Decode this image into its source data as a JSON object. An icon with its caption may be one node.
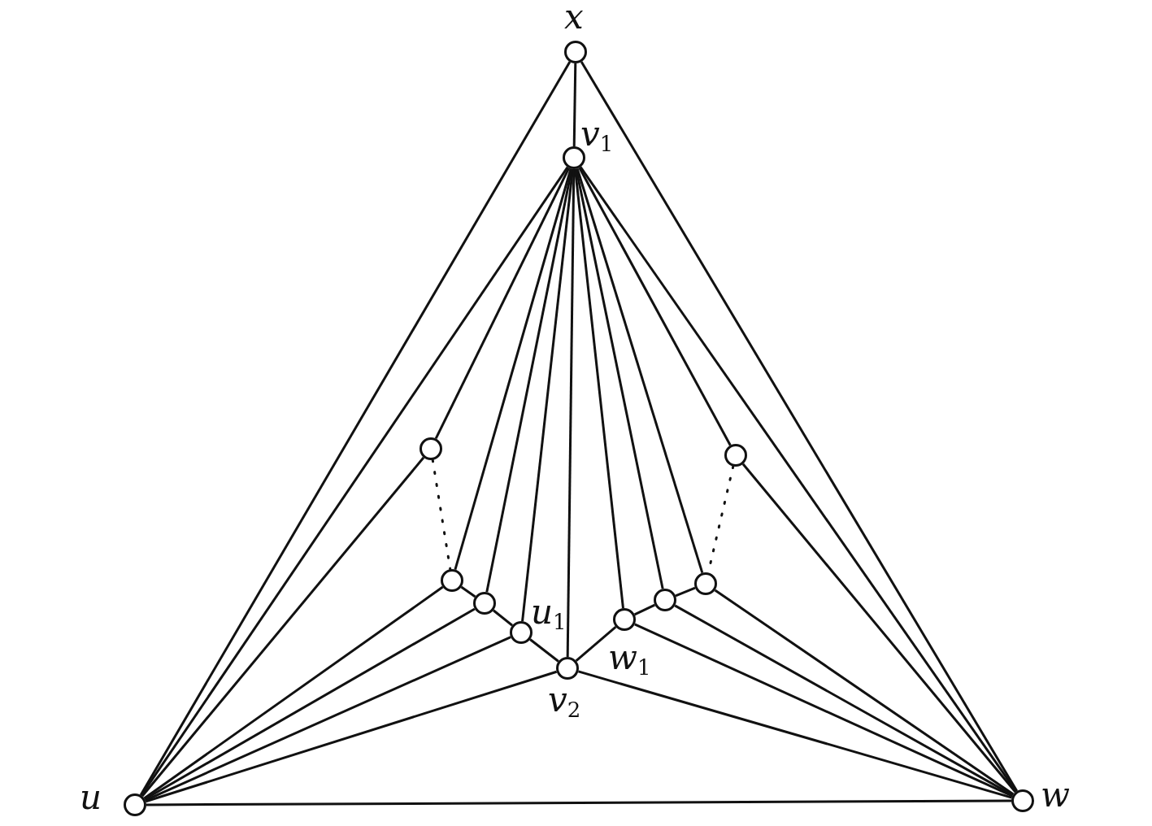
{
  "diagram": {
    "nodes": [
      {
        "text": [],
        "shape": "circle",
        "beside": [
          "x"
        ]
      },
      {
        "text": [],
        "shape": "circle",
        "beside": [
          "v$_{1}$"
        ]
      },
      {
        "text": [],
        "shape": "circle"
      },
      {
        "text": [],
        "shape": "circle"
      },
      {
        "text": [],
        "shape": "circle"
      },
      {
        "text": [],
        "shape": "circle"
      },
      {
        "text": [],
        "shape": "circle"
      },
      {
        "text": [],
        "shape": "circle"
      },
      {
        "text": [],
        "shape": "circle",
        "beside": [
          "w$_{1}$"
        ]
      },
      {
        "text": [],
        "shape": "circle",
        "beside": [
          "u$_{1}$"
        ]
      },
      {
        "text": [],
        "shape": "circle",
        "beside": [
          "v$_{2}$"
        ]
      },
      {
        "text": [],
        "shape": "circle",
        "beside": [
          "w"
        ]
      },
      {
        "text": [],
        "shape": "circle",
        "beside": [
          "u"
        ]
      }
    ],
    "edges": [
      {
        "from": 0,
        "to": 1,
        "arrow": "none"
      },
      {
        "from": 0,
        "to": 12,
        "arrow": "none"
      },
      {
        "from": 0,
        "to": 11,
        "arrow": "none"
      },
      {
        "from": 12,
        "to": 11,
        "arrow": "none"
      },
      {
        "from": 1,
        "to": 12,
        "arrow": "none"
      },
      {
        "from": 1,
        "to": 11,
        "arrow": "none"
      },
      {
        "from": 1,
        "to": 2,
        "arrow": "none"
      },
      {
        "from": 1,
        "to": 4,
        "arrow": "none"
      },
      {
        "from": 1,
        "to": 7,
        "arrow": "none"
      },
      {
        "from": 1,
        "to": 9,
        "arrow": "none"
      },
      {
        "from": 1,
        "to": 10,
        "arrow": "none"
      },
      {
        "from": 1,
        "to": 8,
        "arrow": "none"
      },
      {
        "from": 1,
        "to": 6,
        "arrow": "none"
      },
      {
        "from": 1,
        "to": 5,
        "arrow": "none"
      },
      {
        "from": 1,
        "to": 3,
        "arrow": "none"
      },
      {
        "from": 12,
        "to": 2,
        "arrow": "none"
      },
      {
        "from": 12,
        "to": 4,
        "arrow": "none"
      },
      {
        "from": 12,
        "to": 7,
        "arrow": "none"
      },
      {
        "from": 12,
        "to": 9,
        "arrow": "none"
      },
      {
        "from": 12,
        "to": 10,
        "arrow": "none"
      },
      {
        "from": 11,
        "to": 3,
        "arrow": "none"
      },
      {
        "from": 11,
        "to": 5,
        "arrow": "none"
      },
      {
        "from": 11,
        "to": 6,
        "arrow": "none"
      },
      {
        "from": 11,
        "to": 8,
        "arrow": "none"
      },
      {
        "from": 11,
        "to": 10,
        "arrow": "none"
      },
      {
        "from": 4,
        "to": 7,
        "arrow": "none"
      },
      {
        "from": 7,
        "to": 9,
        "arrow": "none"
      },
      {
        "from": 9,
        "to": 10,
        "arrow": "none"
      },
      {
        "from": 10,
        "to": 8,
        "arrow": "none"
      },
      {
        "from": 8,
        "to": 6,
        "arrow": "none"
      },
      {
        "from": 6,
        "to": 5,
        "arrow": "none"
      },
      {
        "from": 2,
        "to": 4,
        "arrow": "none",
        "style": "dashed"
      },
      {
        "from": 3,
        "to": 5,
        "arrow": "none",
        "style": "dashed"
      }
    ]
  }
}
